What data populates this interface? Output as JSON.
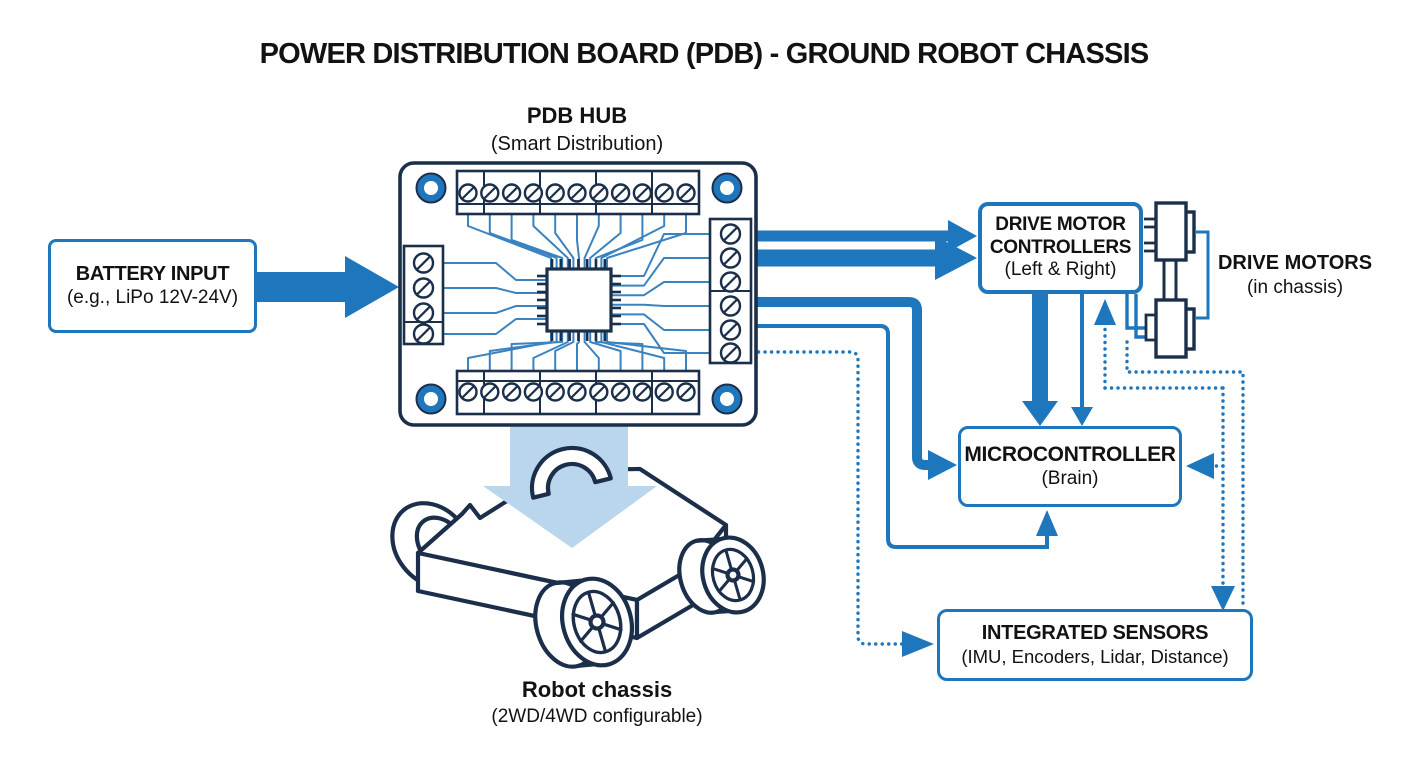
{
  "title": "POWER DISTRIBUTION BOARD (PDB) - GROUND ROBOT CHASSIS",
  "colors": {
    "accent": "#1e76bd",
    "navy": "#1b2f4b",
    "trace": "#3a83c0",
    "light_arrow": "#b9d6ec",
    "ink": "#121212"
  },
  "nodes": {
    "pdb_hub": {
      "title": "PDB HUB",
      "subtitle": "(Smart Distribution)"
    },
    "battery": {
      "title": "BATTERY INPUT",
      "subtitle": "(e.g., LiPo 12V-24V)"
    },
    "drive_motor_controllers": {
      "title": "DRIVE MOTOR CONTROLLERS",
      "subtitle": "(Left & Right)"
    },
    "drive_motors": {
      "title": "DRIVE MOTORS",
      "subtitle": "(in chassis)"
    },
    "microcontroller": {
      "title": "MICROCONTROLLER",
      "subtitle": "(Brain)"
    },
    "integrated_sensors": {
      "title": "INTEGRATED SENSORS",
      "subtitle": "(IMU, Encoders, Lidar, Distance)"
    },
    "robot_chassis": {
      "title": "Robot chassis",
      "subtitle": "(2WD/4WD configurable)"
    }
  },
  "connections": [
    {
      "from": "battery",
      "to": "pdb_hub",
      "style": "solid-thick"
    },
    {
      "from": "pdb_hub",
      "to": "drive_motor_controllers",
      "style": "solid",
      "note": "two power feeds"
    },
    {
      "from": "pdb_hub",
      "to": "microcontroller",
      "style": "solid",
      "note": "power to left side and underside"
    },
    {
      "from": "pdb_hub",
      "to": "integrated_sensors",
      "style": "dotted"
    },
    {
      "from": "drive_motor_controllers",
      "to": "drive_motors",
      "style": "solid"
    },
    {
      "from": "drive_motor_controllers",
      "to": "microcontroller",
      "style": "solid",
      "note": "thick + thin line"
    },
    {
      "from": "microcontroller",
      "to": "drive_motor_controllers",
      "style": "dotted"
    },
    {
      "from": "integrated_sensors",
      "to": "microcontroller",
      "style": "dotted"
    },
    {
      "from": "drive_motors",
      "to": "integrated_sensors",
      "style": "dotted",
      "note": "encoder feedback"
    },
    {
      "from": "pdb_hub",
      "to": "robot_chassis",
      "style": "block-light-arrow"
    }
  ]
}
